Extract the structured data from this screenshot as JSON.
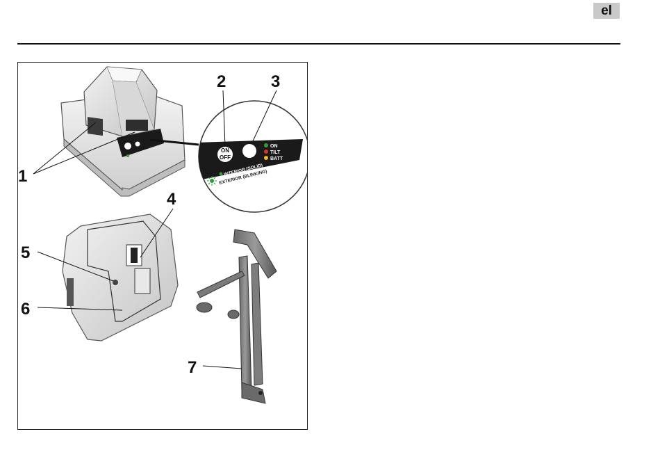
{
  "header": {
    "language_code": "el"
  },
  "figure": {
    "callouts": [
      "1",
      "2",
      "3",
      "4",
      "5",
      "6",
      "7"
    ],
    "panel": {
      "button_on": "ON",
      "button_off": "OFF",
      "led_on": "ON",
      "led_tilt": "TILT",
      "led_batt": "BATT",
      "interior": "INTERIOR (SOLID)",
      "exterior": "EXTERIOR (BLINKING)"
    }
  },
  "colors": {
    "led_green": "#2e9e3a",
    "led_red": "#d8312a",
    "led_yellow": "#f2b21b",
    "panel_black": "#1a1a1a"
  }
}
